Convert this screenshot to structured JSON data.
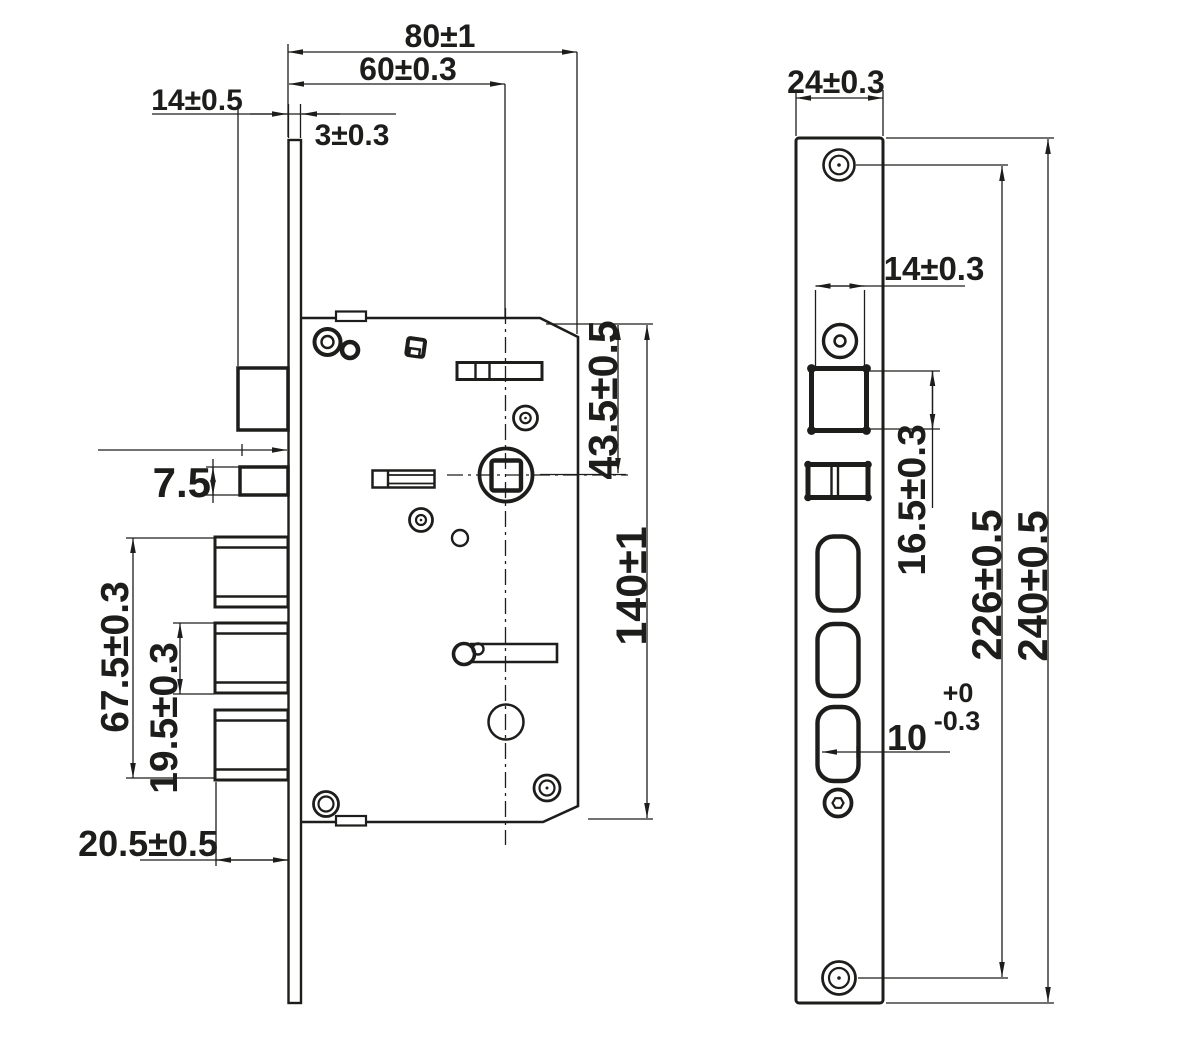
{
  "drawing": {
    "title": "mortise-lock-technical-drawing",
    "colors": {
      "line": "#1d1d1b",
      "background": "#ffffff"
    },
    "labels": {
      "side": {
        "case_width": "80±1",
        "backset": "60±0.3",
        "latch_projection": "14±0.5",
        "faceplate_thickness": "3±0.3",
        "aux_bolt_height": "7.5",
        "bolt_span": "67.5±0.3",
        "bolt_height": "19.5±0.3",
        "bolt_throw": "20.5±0.5",
        "hub_to_top": "43.5±0.5",
        "case_height": "140±1"
      },
      "face": {
        "plate_width": "24±0.3",
        "square_width": "14±0.3",
        "square_height": "16.5±0.3",
        "screw_centers": "226±0.5",
        "plate_length": "240±0.5",
        "slot_width": "10",
        "slot_tol_upper": "+0",
        "slot_tol_lower": "-0.3"
      }
    }
  }
}
